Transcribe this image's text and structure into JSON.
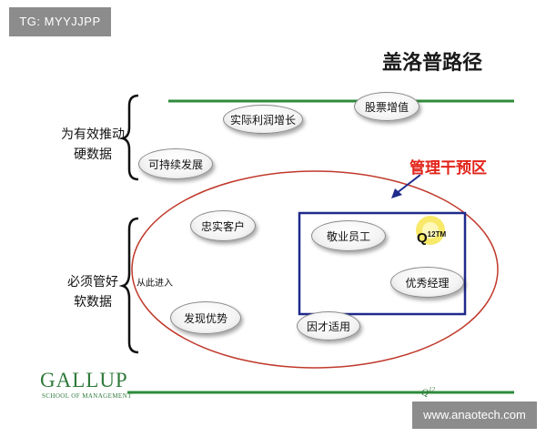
{
  "watermark": {
    "top_left": "TG: MYYJJPP",
    "bottom_right": "www.anaotech.com"
  },
  "title": "盖洛普路径",
  "hard_data": {
    "line1": "为有效推动",
    "line2": "硬数据"
  },
  "soft_data": {
    "line1": "必须管好",
    "line2": "软数据"
  },
  "bubbles": {
    "profit": "实际利润增长",
    "stock": "股票增值",
    "sustainable": "可持续发展",
    "loyal": "忠实客户",
    "engaged": "敬业员工",
    "manager": "优秀经理",
    "strengths": "发现优势",
    "talent": "因才适用"
  },
  "management_intervention": "管理干预区",
  "entry": "从此进入",
  "badge": {
    "text": "Q",
    "sup": "12TM"
  },
  "logo": {
    "name": "GALLUP",
    "subtitle": "SCHOOL OF MANAGEMENT",
    "q": "Q",
    "q_sup": "12"
  },
  "colors": {
    "green_line": "#2e8b3a",
    "ellipse": "#c0392b",
    "box": "#1f2a8c",
    "label_red": "#e2231a",
    "glow": "#f5e13a"
  }
}
